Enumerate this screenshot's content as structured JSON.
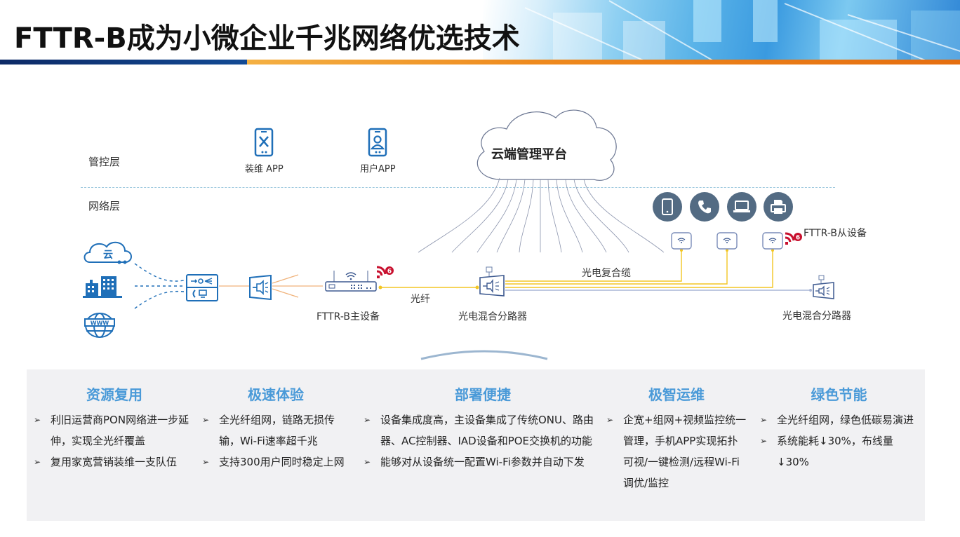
{
  "header": {
    "title": "FTTR-B成为小微企业千兆网络优选技术"
  },
  "diagram": {
    "layers": {
      "control": "管控层",
      "network": "网络层"
    },
    "apps": [
      {
        "label": "装维 APP",
        "icon": "tools-phone-icon"
      },
      {
        "label": "用户APP",
        "icon": "user-phone-icon"
      }
    ],
    "cloud_platform": "云端管理平台",
    "sources": [
      {
        "icon": "cloud-icon",
        "glyph": "云"
      },
      {
        "icon": "buildings-icon"
      },
      {
        "icon": "www-globe-icon",
        "glyph": "WWW"
      }
    ],
    "labels": {
      "main_device": "FTTR-B主设备",
      "fiber": "光纤",
      "splitter_1": "光电混合分路器",
      "composite_cable": "光电复合缆",
      "sub_device": "FTTR-B从设备",
      "splitter_2": "光电混合分路器"
    },
    "end_devices": [
      "phone-icon",
      "telephone-icon",
      "laptop-icon",
      "printer-icon"
    ],
    "wifi_badge": "6",
    "colors": {
      "icon_blue": "#1f6fb8",
      "fiber_orange": "#f0b27a",
      "cable_yellow": "#f3c623",
      "device_gray": "#536b83",
      "badge_red": "#c8102e"
    }
  },
  "features": [
    {
      "title": "资源复用",
      "items": [
        "利旧运营商PON网络进一步延伸，实现全光纤覆盖",
        "复用家宽营销装维一支队伍"
      ]
    },
    {
      "title": "极速体验",
      "items": [
        "全光纤组网，链路无损传输，Wi-Fi速率超千兆",
        "支持300用户同时稳定上网"
      ]
    },
    {
      "title": "部署便捷",
      "items": [
        "设备集成度高，主设备集成了传统ONU、路由器、AC控制器、IAD设备和POE交换机的功能",
        "能够对从设备统一配置Wi-Fi参数并自动下发"
      ]
    },
    {
      "title": "极智运维",
      "items": [
        "企宽+组网+视频监控统一管理，手机APP实现拓扑可视/一键检测/远程Wi-Fi调优/监控"
      ]
    },
    {
      "title": "绿色节能",
      "items": [
        "全光纤组网，绿色低碳易演进",
        "系统能耗↓30%，布线量↓30%"
      ]
    }
  ],
  "bullet_glyph": "➢"
}
